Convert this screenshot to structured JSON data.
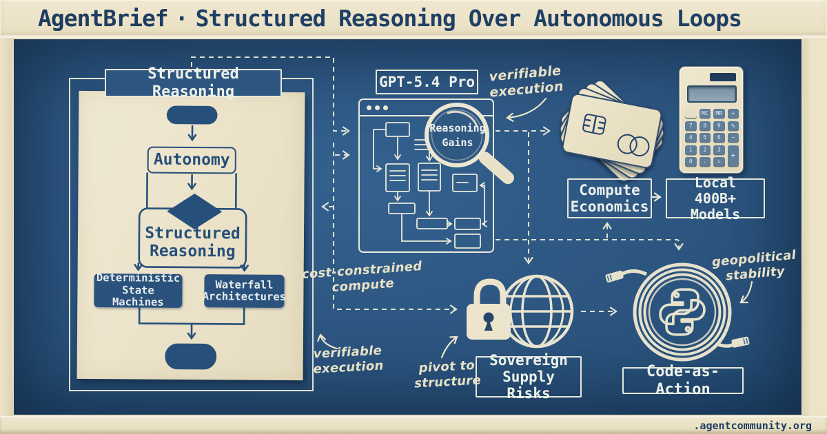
{
  "header": {
    "brand": "AgentBrief",
    "separator": "·",
    "title": "Structured Reasoning Over Autonomous Loops"
  },
  "footer": {
    "site": ".agentcommunity.org"
  },
  "left_panel": {
    "label": "Structured Reasoning",
    "autonomy": "Autonomy",
    "structured": "Structured\nReasoning",
    "deterministic": "Deterministic\nState Machines",
    "waterfall": "Waterfall\nArchitectures"
  },
  "center": {
    "model": "GPT-5.4 Pro",
    "lens": "Reasoning\nGains"
  },
  "right": {
    "compute": "Compute\nEconomics",
    "local": "Local\n400B+ Models",
    "sovereign": "Sovereign\nSupply Risks",
    "code": "Code-as-Action"
  },
  "annotations": {
    "verifiable_top": "verifiable\nexecution",
    "cost_constrained": "cost-constrained\ncompute",
    "verifiable_bottom": "verifiable\nexecution",
    "pivot": "pivot to\nstructure",
    "geopolitical": "geopolitical\nstability"
  },
  "calculator": {
    "keys": [
      "",
      "MC",
      "MR",
      "÷",
      "7",
      "8",
      "9",
      "%",
      "4",
      "5",
      "6",
      "−",
      "1",
      "2",
      "3",
      "0",
      ".",
      "="
    ],
    "plus_key": "+"
  },
  "icon_names": [
    "browser-window-icon",
    "magnifier-icon",
    "credit-cards-icon",
    "calculator-icon",
    "lock-icon",
    "globe-icon",
    "python-cable-coil-icon",
    "ethernet-connector-icon",
    "flowchart-icon",
    "window-dots-icon"
  ],
  "colors": {
    "blueprint_blue": "#2d5681",
    "ink_cream": "#ece4cb",
    "line_white": "#e9ead9",
    "navy_text": "#1d3c60",
    "panel_ink": "#26507a"
  }
}
